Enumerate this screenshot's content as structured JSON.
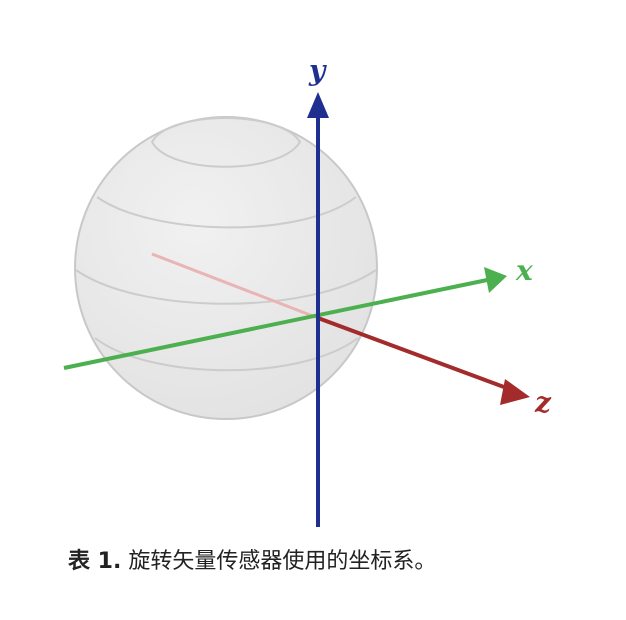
{
  "diagram": {
    "axes": {
      "y": {
        "label": "y",
        "color": "#1e2f8f"
      },
      "x": {
        "label": "x",
        "color": "#4caf50"
      },
      "z": {
        "label": "z",
        "color": "#a42b2b"
      }
    },
    "sphere": {
      "fill": "#e9e9e9",
      "stroke": "#c9c9c9"
    }
  },
  "caption": {
    "lead": "表 1.",
    "text": "旋转矢量传感器使用的坐标系。"
  }
}
